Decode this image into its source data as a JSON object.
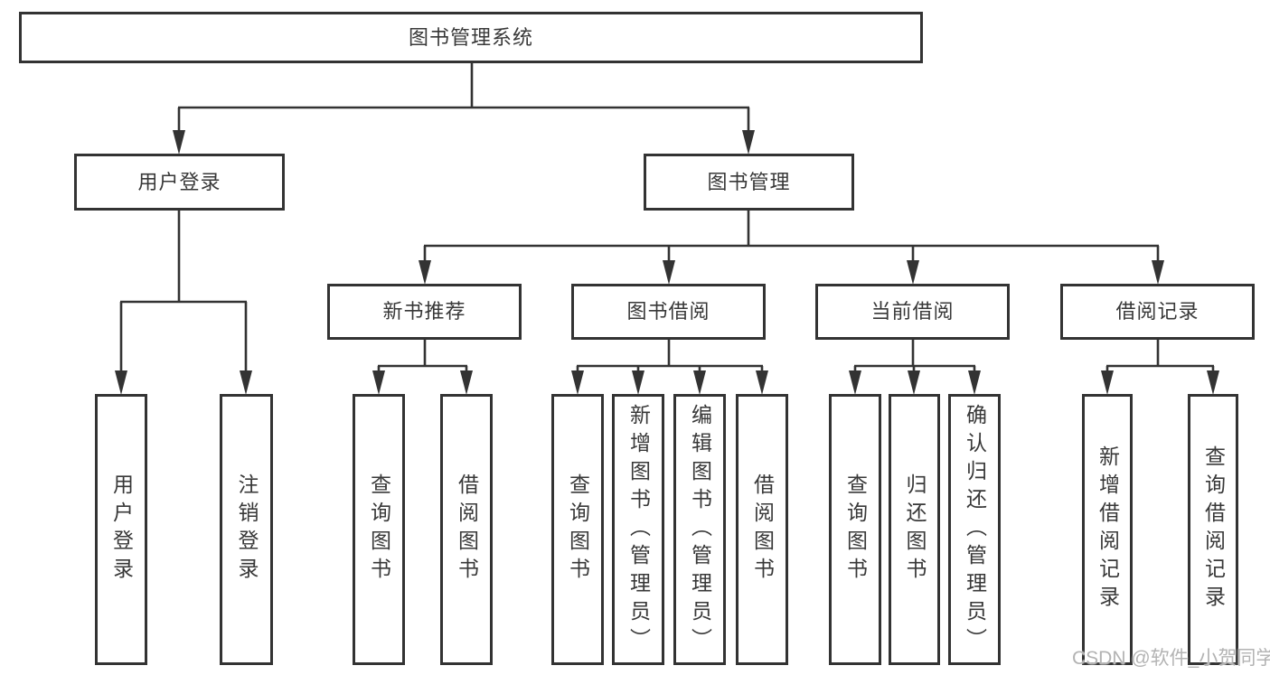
{
  "diagram": {
    "watermark": "CSDN @软件_小贺同学",
    "colors": {
      "line": "#333333",
      "box_border": "#333333",
      "text": "#383838",
      "background": "#ffffff",
      "watermark": "#b3b3b3"
    },
    "tree": {
      "root": {
        "label": "图书管理系统"
      },
      "branches": [
        {
          "label": "用户登录",
          "children": [
            {
              "label": "用户登录"
            },
            {
              "label": "注销登录"
            }
          ]
        },
        {
          "label": "图书管理",
          "children": [
            {
              "label": "新书推荐",
              "children": [
                {
                  "label": "查询图书"
                },
                {
                  "label": "借阅图书"
                }
              ]
            },
            {
              "label": "图书借阅",
              "children": [
                {
                  "label": "查询图书"
                },
                {
                  "label": "新增图书（管理员）"
                },
                {
                  "label": "编辑图书（管理员）"
                },
                {
                  "label": "借阅图书"
                }
              ]
            },
            {
              "label": "当前借阅",
              "children": [
                {
                  "label": "查询图书"
                },
                {
                  "label": "归还图书"
                },
                {
                  "label": "确认归还（管理员）"
                }
              ]
            },
            {
              "label": "借阅记录",
              "children": [
                {
                  "label": "新增借阅记录"
                },
                {
                  "label": "查询借阅记录"
                }
              ]
            }
          ]
        }
      ]
    }
  }
}
